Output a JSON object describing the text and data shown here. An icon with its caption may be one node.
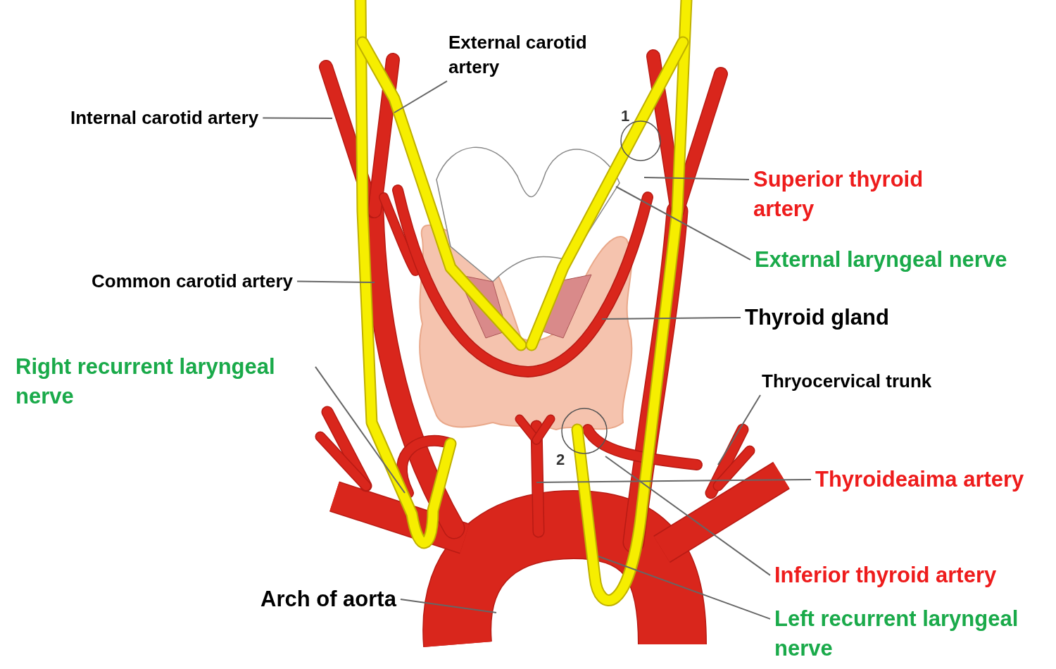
{
  "diagram": {
    "nodes": [
      {
        "text": [
          "External carotid artery"
        ]
      },
      {
        "text": [
          "Internal  carotid artery"
        ]
      },
      {
        "text": [
          "Superior thyroid artery"
        ]
      },
      {
        "text": [
          "External laryngeal nerve"
        ]
      },
      {
        "text": [
          "Common carotid artery"
        ]
      },
      {
        "text": [
          "Thyroid gland"
        ]
      },
      {
        "text": [
          "Right  recurrent laryngeal nerve"
        ]
      },
      {
        "text": [
          "Thryocervical trunk"
        ]
      },
      {
        "text": [
          "Thyroideaima artery"
        ]
      },
      {
        "text": [
          "Inferior  thyroid artery"
        ]
      },
      {
        "text": [
          "Arch of aorta"
        ]
      },
      {
        "text": [
          "Left  recurrent laryngeal nerve"
        ]
      }
    ],
    "edges": [
      {
        "from": 0,
        "to": null,
        "arrow": "none"
      },
      {
        "from": 1,
        "to": null,
        "arrow": "none"
      },
      {
        "from": 2,
        "to": null,
        "arrow": "none"
      },
      {
        "from": 3,
        "to": null,
        "arrow": "none"
      },
      {
        "from": 4,
        "to": null,
        "arrow": "none"
      },
      {
        "from": 5,
        "to": null,
        "arrow": "none"
      },
      {
        "from": 6,
        "to": null,
        "arrow": "none"
      },
      {
        "from": 7,
        "to": null,
        "arrow": "none"
      },
      {
        "from": 8,
        "to": null,
        "arrow": "none"
      },
      {
        "from": 9,
        "to": null,
        "arrow": "none"
      },
      {
        "from": 10,
        "to": null,
        "arrow": "none"
      },
      {
        "from": 11,
        "to": null,
        "arrow": "none"
      }
    ],
    "labels": [
      "1",
      "2"
    ]
  }
}
